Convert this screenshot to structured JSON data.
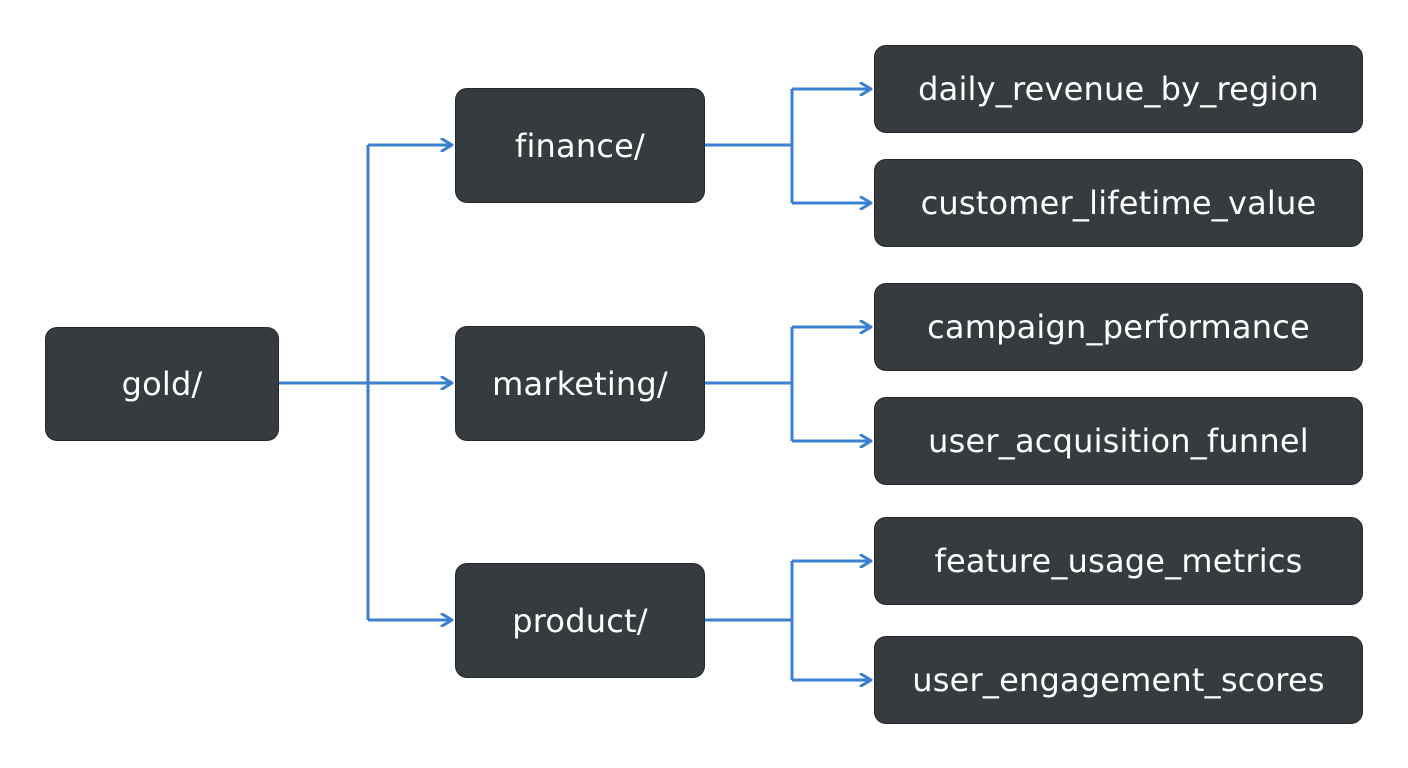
{
  "root": {
    "label": "gold/"
  },
  "categories": [
    {
      "label": "finance/",
      "children": [
        "daily_revenue_by_region",
        "customer_lifetime_value"
      ]
    },
    {
      "label": "marketing/",
      "children": [
        "campaign_performance",
        "user_acquisition_funnel"
      ]
    },
    {
      "label": "product/",
      "children": [
        "feature_usage_metrics",
        "user_engagement_scores"
      ]
    }
  ],
  "colors": {
    "node_fill": "#363b40",
    "node_border": "#24282c",
    "node_text": "#ffffff",
    "connector": "#3a7fd0",
    "background": "#ffffff"
  }
}
